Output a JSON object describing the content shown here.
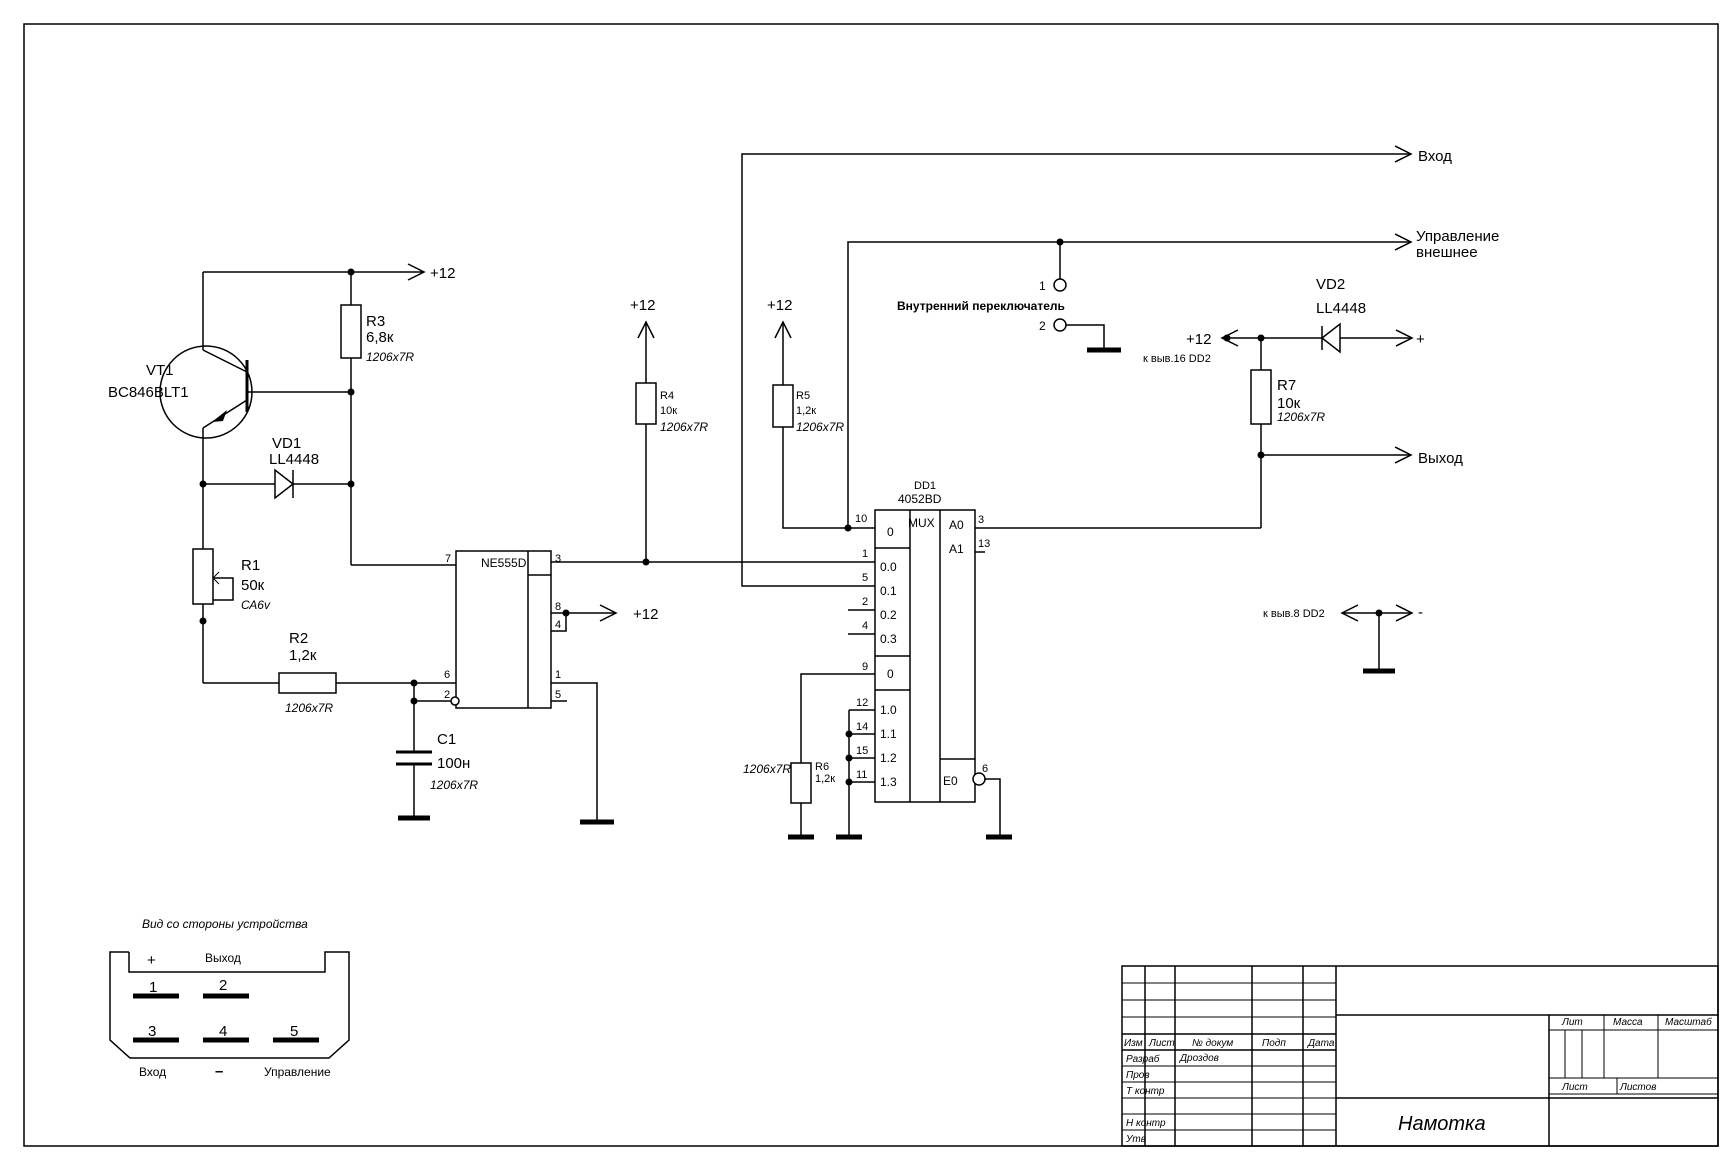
{
  "components": {
    "vt1": {
      "ref": "VT1",
      "value": "BC846BLT1"
    },
    "vd1": {
      "ref": "VD1",
      "value": "LL4448"
    },
    "vd2": {
      "ref": "VD2",
      "value": "LL4448"
    },
    "r1": {
      "ref": "R1",
      "value": "50к",
      "pkg": "СА6v"
    },
    "r2": {
      "ref": "R2",
      "value": "1,2к",
      "pkg": "1206x7R"
    },
    "r3": {
      "ref": "R3",
      "value": "6,8к",
      "pkg": "1206x7R"
    },
    "r4": {
      "ref": "R4",
      "value": "10к",
      "pkg": "1206x7R"
    },
    "r5": {
      "ref": "R5",
      "value": "1,2к",
      "pkg": "1206x7R"
    },
    "r6": {
      "ref": "R6",
      "value": "1,2к",
      "pkg": "1206x7R"
    },
    "r7": {
      "ref": "R7",
      "value": "10к",
      "pkg": "1206x7R"
    },
    "c1": {
      "ref": "C1",
      "value": "100н",
      "pkg": "1206x7R"
    }
  },
  "ne555": {
    "name": "NE555D",
    "pins": {
      "p7": "7",
      "p3": "3",
      "p8": "8",
      "p4": "4",
      "p6": "6",
      "p2": "2",
      "p1": "1",
      "p5": "5"
    }
  },
  "dd1": {
    "ref": "DD1",
    "value": "4052BD",
    "center": "MUX",
    "left": [
      "0",
      "0.0",
      "0.1",
      "0.2",
      "0.3",
      "0",
      "1.0",
      "1.1",
      "1.2",
      "1.3"
    ],
    "right": [
      "A0",
      "A1",
      "E0"
    ],
    "pins": {
      "p10": "10",
      "p1": "1",
      "p5": "5",
      "p2": "2",
      "p4": "4",
      "p9": "9",
      "p12": "12",
      "p14": "14",
      "p15": "15",
      "p11": "11",
      "p3": "3",
      "p13": "13",
      "p6": "6"
    }
  },
  "power": {
    "plus12": "+12"
  },
  "signals": {
    "vhod": "Вход",
    "upr1": "Управление",
    "upr2": "внешнее",
    "vyhod": "Выход",
    "plus": "+",
    "minus": "-",
    "pin16": "к выв.16 DD2",
    "pin8": "к выв.8 DD2"
  },
  "switch": {
    "label": "Внутренний переключатель",
    "pos1": "1",
    "pos2": "2"
  },
  "connector": {
    "title": "Вид со стороны устройства",
    "plus": "+",
    "vyhod": "Выход",
    "vhod": "Вход",
    "minus": "–",
    "upr": "Управление",
    "pins": [
      "1",
      "2",
      "3",
      "4",
      "5"
    ]
  },
  "title_block": {
    "cols": [
      "Изм",
      "Лист",
      "№ докум",
      "Подп",
      "Дата"
    ],
    "rows": [
      "Разраб",
      "Пров",
      "Т контр",
      "",
      "Н контр",
      "Утв"
    ],
    "developer": "Дроздов",
    "lit": "Лит",
    "mass": "Масса",
    "scale": "Масштаб",
    "sheet": "Лист",
    "sheets": "Листов",
    "title": "Намотка"
  }
}
